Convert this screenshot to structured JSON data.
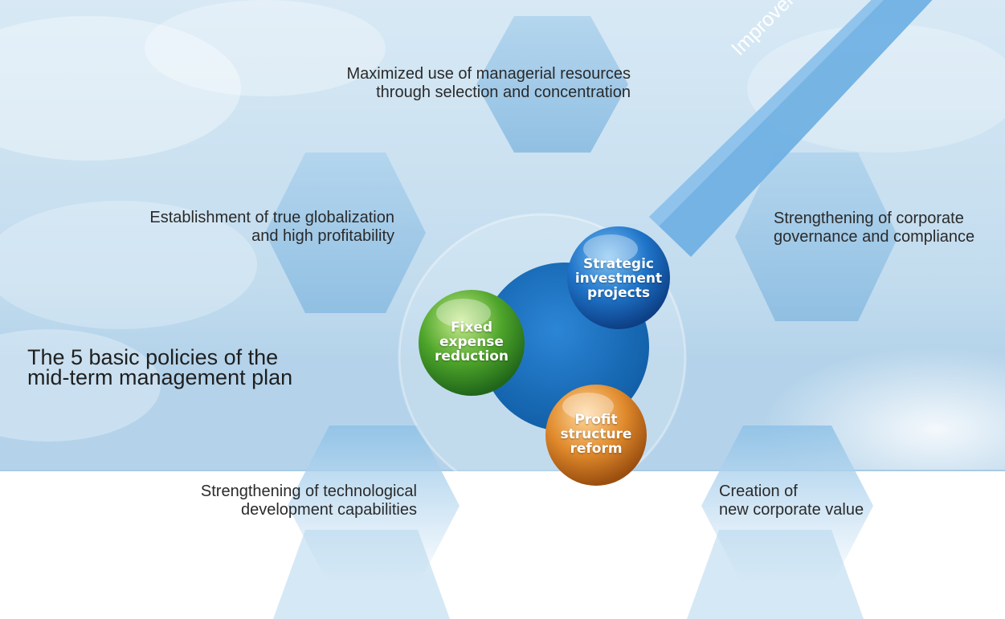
{
  "ribbon": {
    "label": "Improvement of profitab"
  },
  "title": {
    "line1": "The 5 basic policies of the",
    "line2": "mid-term management plan"
  },
  "policies": {
    "top": {
      "line1": "Maximized use of managerial resources",
      "line2": "through selection and concentration"
    },
    "left": {
      "line1": "Establishment of true globalization",
      "line2": "and high profitability"
    },
    "right": {
      "line1": "Strengthening of corporate",
      "line2": "governance and compliance"
    },
    "bottom_left": {
      "line1": "Strengthening of technological",
      "line2": "development capabilities"
    },
    "bottom_right": {
      "line1": "Creation of",
      "line2": "new corporate value"
    }
  },
  "balls": {
    "blue": {
      "line1": "Strategic",
      "line2": "investment",
      "line3": "projects",
      "color": "#1f6fc4"
    },
    "green": {
      "line1": "Fixed",
      "line2": "expense",
      "line3": "reduction",
      "color": "#4aa02c"
    },
    "orange": {
      "line1": "Profit",
      "line2": "structure",
      "line3": "reform",
      "color": "#e08a2c"
    }
  },
  "colors": {
    "sky": "#cfe4f2",
    "hexagon": "#7fb6df",
    "ribbon": "#5aa5dc",
    "center_disc": "#1f73c2"
  }
}
